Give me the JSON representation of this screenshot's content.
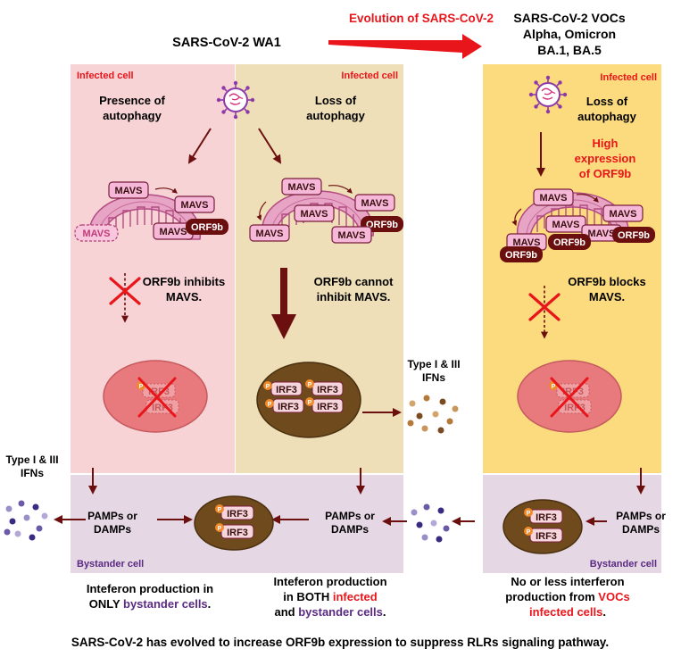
{
  "titles": {
    "wa1": "SARS-CoV-2 WA1",
    "evolution": "Evolution of SARS-CoV-2",
    "vocs_line1": "SARS-CoV-2 VOCs",
    "vocs_line2": "Alpha, Omicron",
    "vocs_line3": "BA.1, BA.5"
  },
  "panel1": {
    "label": "Infected cell",
    "desc1": "Presence of",
    "desc2": "autophagy",
    "inhibit1": "ORF9b inhibits",
    "inhibit2": "MAVS."
  },
  "panel2": {
    "label": "Infected cell",
    "desc1": "Loss of",
    "desc2": "autophagy",
    "cannot1": "ORF9b cannot",
    "cannot2": "inhibit MAVS."
  },
  "panel3": {
    "label": "Infected cell",
    "desc1": "Loss of",
    "desc2": "autophagy",
    "high1": "High",
    "high2": "expression",
    "high3": "of ORF9b",
    "blocks1": "ORF9b blocks",
    "blocks2": "MAVS."
  },
  "labels": {
    "mavs": "MAVS",
    "orf9b": "ORF9b",
    "irf3": "IRF3",
    "p": "P",
    "ifn1": "Type I & III",
    "ifn2": "IFNs",
    "pamps1": "PAMPs or",
    "pamps2": "DAMPs",
    "bystander": "Bystander cell"
  },
  "captions": {
    "c1_line1": "Inteferon production in",
    "c1_line2a": "ONLY ",
    "c1_line2b": "bystander cells",
    "c1_line2c": ".",
    "c2_line1": "Inteferon production",
    "c2_line2a": "in BOTH ",
    "c2_line2b": "infected",
    "c2_line3a": "and ",
    "c2_line3b": "bystander cells",
    "c2_line3c": ".",
    "c3_line1": "No or less interferon",
    "c3_line2a": "production from ",
    "c3_line2b": "VOCs",
    "c3_line3a": "infected cells",
    "c3_line3b": "."
  },
  "footer": "SARS-CoV-2 has evolved to increase ORF9b expression to suppress RLRs signaling pathway.",
  "colors": {
    "panel_pink": "#f7d3d6",
    "panel_beige": "#eedfb8",
    "panel_yellow": "#fbdb7e",
    "bystander": "#e6d7e4",
    "dark_red": "#6b0f0f",
    "mavs_fill": "#f5b8d8",
    "orf9b_fill": "#6a0e0e",
    "nucleus_pink": "#e8797d",
    "nucleus_brown": "#6e4a1d",
    "accent_red": "#e8161b",
    "accent_purple": "#5a2a82"
  }
}
